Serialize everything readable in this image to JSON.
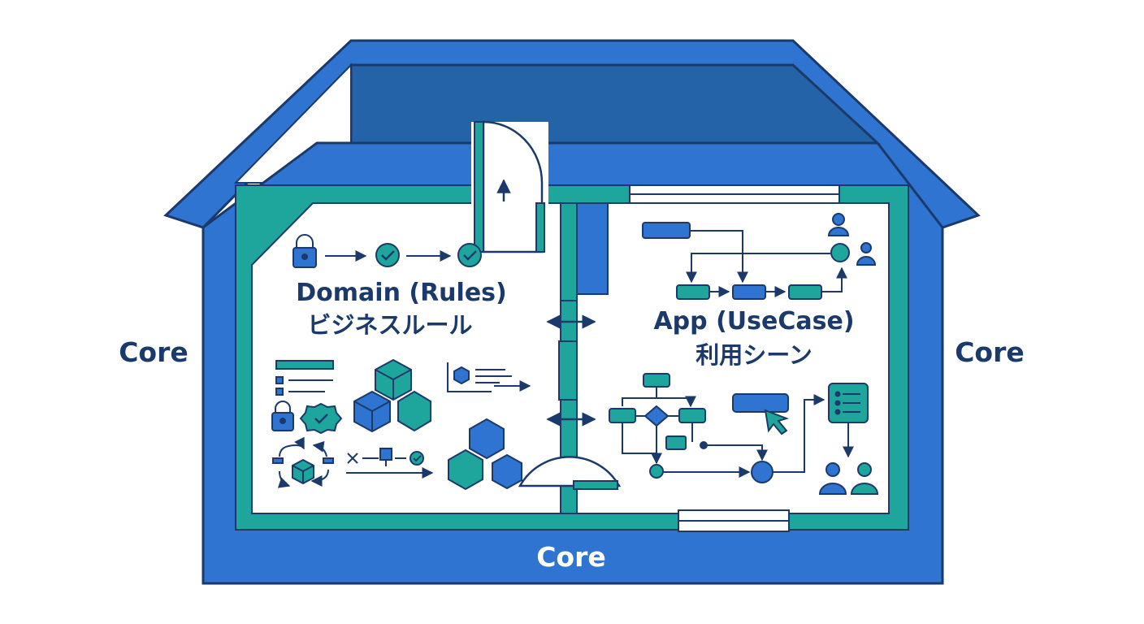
{
  "labels": {
    "core_left": "Core",
    "core_right": "Core",
    "core_bottom": "Core",
    "domain_title": "Domain (Rules)",
    "domain_subtitle": "ビジネスルール",
    "app_title": "App (UseCase)",
    "app_subtitle": "利用シーン"
  },
  "colors": {
    "primary_blue": "#2f74d0",
    "dark_blue": "#1f5fae",
    "roof_inner": "#2563a8",
    "teal": "#1fa69c",
    "text_navy": "#1b3a6b",
    "room_bg": "#ffffff"
  },
  "icons": {
    "domain_room": [
      "lock-icon",
      "arrow-right-icon",
      "check-circle-icon",
      "list-icon",
      "lock-icon",
      "badge-check-icon",
      "cube-icon",
      "hexagon-icon",
      "chart-icon",
      "cycle-icon"
    ],
    "app_room": [
      "users-icon",
      "flowchart-icon",
      "cursor-icon",
      "clipboard-list-icon",
      "group-icon"
    ]
  }
}
